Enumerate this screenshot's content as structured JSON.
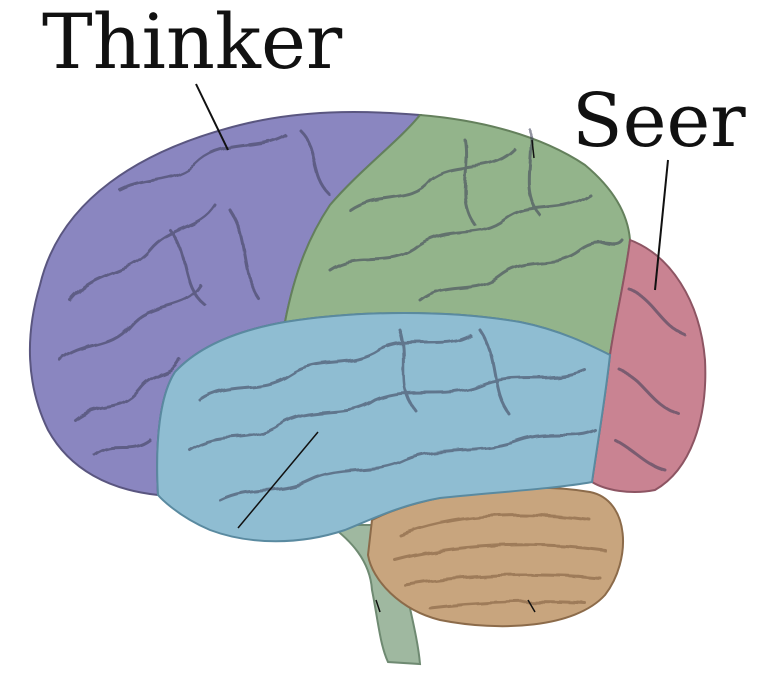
{
  "labels": {
    "thinker": "Thinker",
    "seer": "Seer"
  },
  "regions": {
    "frontal": {
      "name": "frontal-lobe",
      "color": "#8a86c0"
    },
    "parietal": {
      "name": "parietal-lobe",
      "color": "#93b48b"
    },
    "occipital": {
      "name": "occipital-lobe",
      "color": "#c98392"
    },
    "temporal": {
      "name": "temporal-lobe",
      "color": "#8fbdd2"
    },
    "cerebellum": {
      "name": "cerebellum",
      "color": "#c8a57e"
    },
    "brainstem": {
      "name": "brainstem",
      "color": "#9fb8a0"
    }
  },
  "colors": {
    "text": "#111111",
    "leader_line": "#111111",
    "sulcus": "#3b3d57",
    "background": "#ffffff"
  }
}
